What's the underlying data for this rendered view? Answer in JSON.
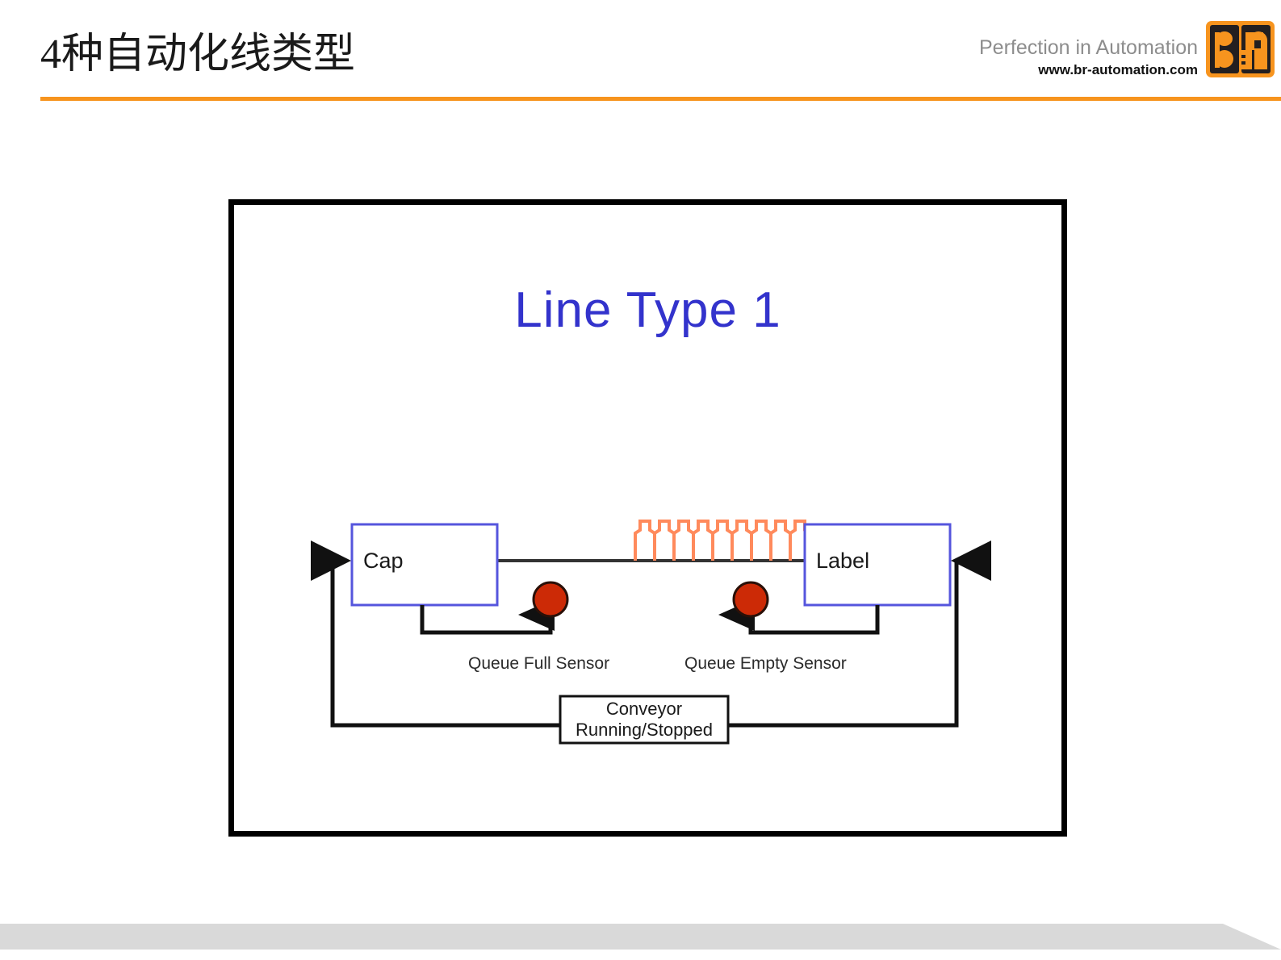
{
  "header": {
    "title": "4种自动化线类型",
    "rule_color": "#F7941E"
  },
  "brand": {
    "tagline": "Perfection in Automation",
    "url": "www.br-automation.com",
    "logo_name": "br-automation-logo",
    "logo_color": "#F7941E",
    "logo_dark": "#231F20"
  },
  "diagram": {
    "title": "Line Type 1",
    "title_color": "#3333CC",
    "frame_border_color": "#000000",
    "machine_box_border_color": "#5555DD",
    "sensor_color": "#CC2A06",
    "bottle_color": "#FF8A5C",
    "boxes": [
      {
        "id": "cap",
        "label": "Cap"
      },
      {
        "id": "label",
        "label": "Label"
      }
    ],
    "sensors": [
      {
        "id": "queue-full",
        "caption": "Queue Full Sensor"
      },
      {
        "id": "queue-empty",
        "caption": "Queue Empty Sensor"
      }
    ],
    "conveyor_box": {
      "line1": "Conveyor",
      "line2": "Running/Stopped"
    },
    "bottle_count": 9
  },
  "footer": {
    "band_color": "#d9d9d9"
  }
}
